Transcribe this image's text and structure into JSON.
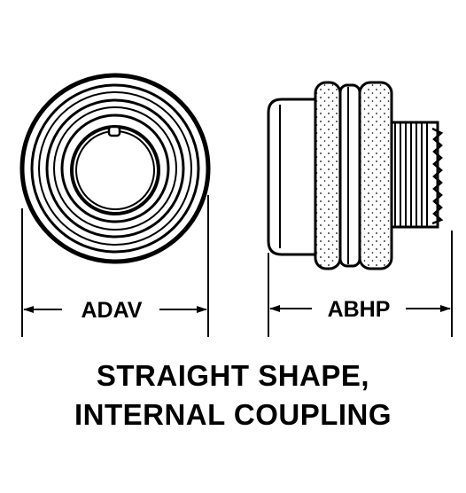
{
  "dimensions": {
    "left_label": "ADAV",
    "right_label": "ABHP"
  },
  "caption": {
    "line1": "STRAIGHT SHAPE,",
    "line2": "INTERNAL COUPLING"
  },
  "colors": {
    "ink": "#000000",
    "paper": "#ffffff"
  }
}
